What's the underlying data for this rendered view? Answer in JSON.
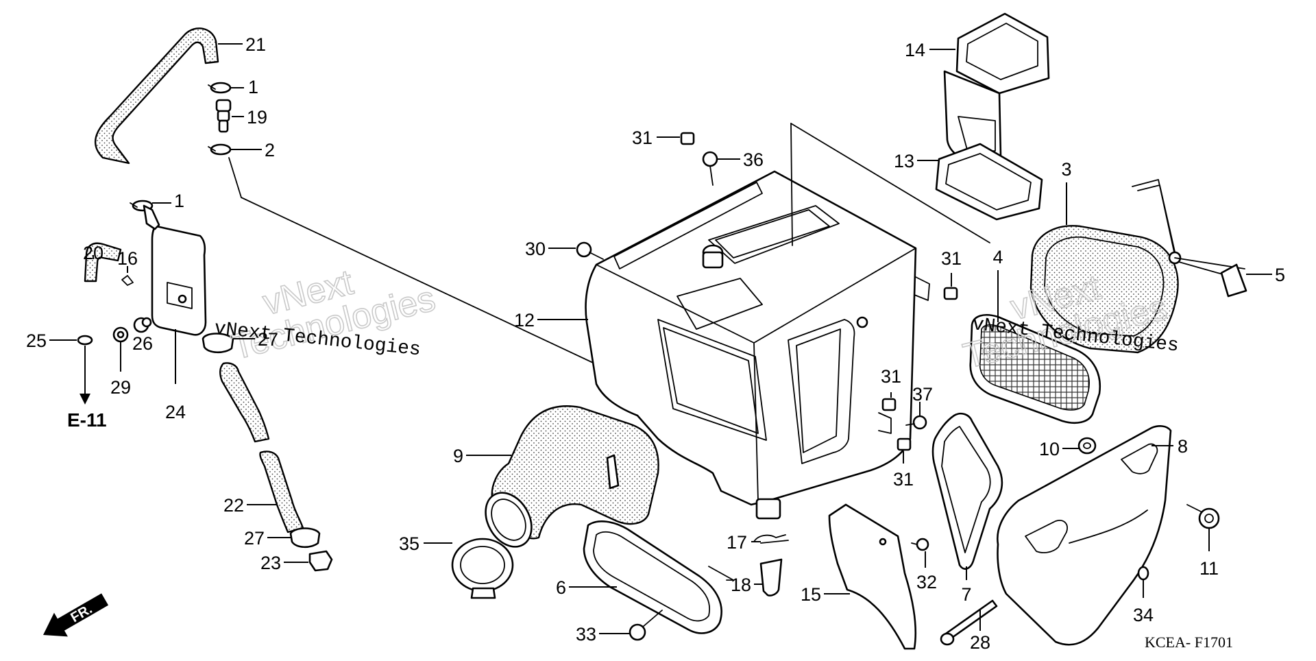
{
  "callouts": [
    {
      "id": "c21",
      "text": "21"
    },
    {
      "id": "c1a",
      "text": "1"
    },
    {
      "id": "c19",
      "text": "19"
    },
    {
      "id": "c2",
      "text": "2"
    },
    {
      "id": "c1b",
      "text": "1"
    },
    {
      "id": "c20",
      "text": "20"
    },
    {
      "id": "c16",
      "text": "16"
    },
    {
      "id": "c25",
      "text": "25"
    },
    {
      "id": "c29",
      "text": "29"
    },
    {
      "id": "c26",
      "text": "26"
    },
    {
      "id": "c24",
      "text": "24"
    },
    {
      "id": "c27a",
      "text": "27"
    },
    {
      "id": "c22",
      "text": "22"
    },
    {
      "id": "c27b",
      "text": "27"
    },
    {
      "id": "c23",
      "text": "23"
    },
    {
      "id": "c31a",
      "text": "31"
    },
    {
      "id": "c36",
      "text": "36"
    },
    {
      "id": "c30",
      "text": "30"
    },
    {
      "id": "c12",
      "text": "12"
    },
    {
      "id": "c9",
      "text": "9"
    },
    {
      "id": "c35",
      "text": "35"
    },
    {
      "id": "c6",
      "text": "6"
    },
    {
      "id": "c33",
      "text": "33"
    },
    {
      "id": "c17",
      "text": "17"
    },
    {
      "id": "c18",
      "text": "18"
    },
    {
      "id": "c15",
      "text": "15"
    },
    {
      "id": "c32",
      "text": "32"
    },
    {
      "id": "c31b",
      "text": "31"
    },
    {
      "id": "c31c",
      "text": "31"
    },
    {
      "id": "c37",
      "text": "37"
    },
    {
      "id": "c31d",
      "text": "31"
    },
    {
      "id": "c14",
      "text": "14"
    },
    {
      "id": "c13",
      "text": "13"
    },
    {
      "id": "c3",
      "text": "3"
    },
    {
      "id": "c4",
      "text": "4"
    },
    {
      "id": "c5",
      "text": "5"
    },
    {
      "id": "c10",
      "text": "10"
    },
    {
      "id": "c8",
      "text": "8"
    },
    {
      "id": "c11",
      "text": "11"
    },
    {
      "id": "c7",
      "text": "7"
    },
    {
      "id": "c34",
      "text": "34"
    },
    {
      "id": "c28",
      "text": "28"
    }
  ],
  "reference": "E-11",
  "direction_label": "FR.",
  "diagram_code": "KCEA- F1701",
  "watermark": {
    "line1": "vNext",
    "line2": "Technologies",
    "caption": "vNext Technologies"
  }
}
